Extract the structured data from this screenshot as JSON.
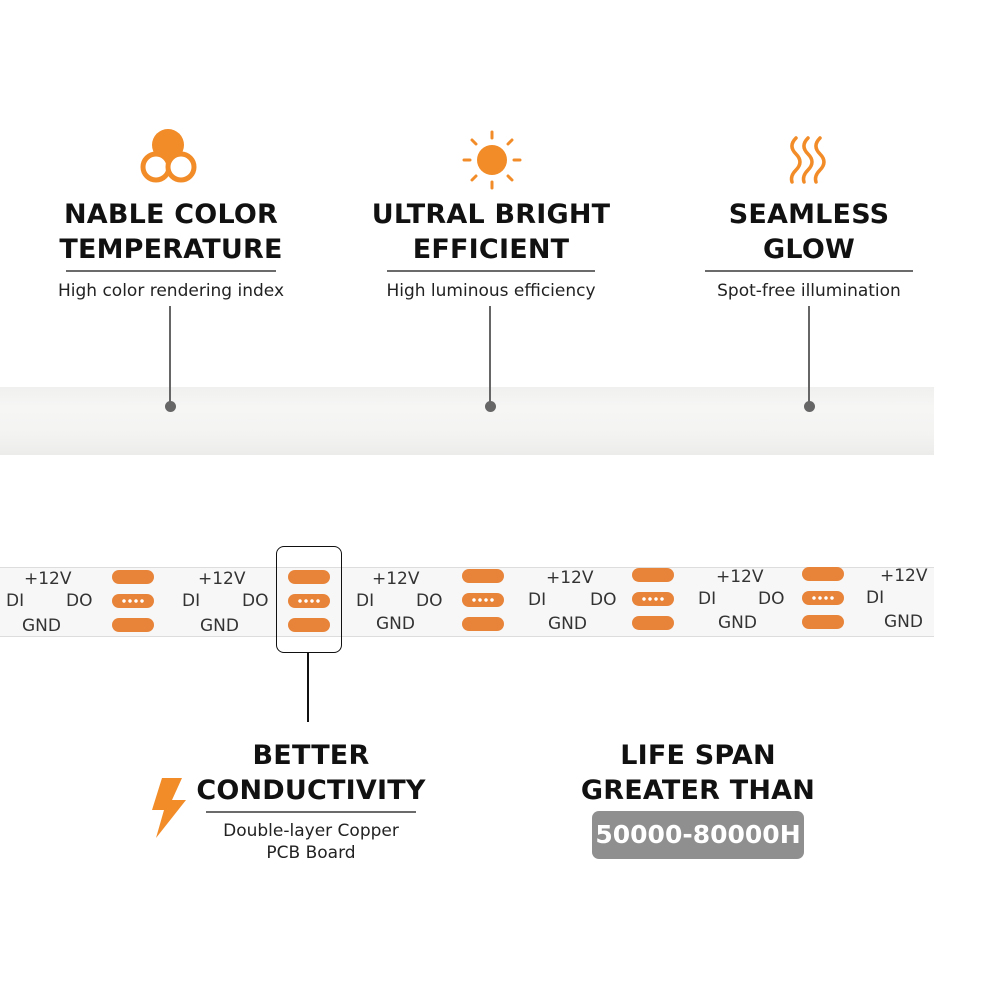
{
  "features": [
    {
      "title_line1": "NABLE COLOR",
      "title_line2": "TEMPERATURE",
      "subtitle": "High color rendering index",
      "icon": "color-circles-icon"
    },
    {
      "title_line1": "ULTRAL BRIGHT",
      "title_line2": "EFFICIENT",
      "subtitle": "High luminous efficiency",
      "icon": "sun-icon"
    },
    {
      "title_line1": "SEAMLESS",
      "title_line2": "GLOW",
      "subtitle": "Spot-free illumination",
      "icon": "glow-waves-icon"
    }
  ],
  "pcb_labels": {
    "v": "+12V",
    "di": "DI",
    "do": "DO",
    "gnd": "GND"
  },
  "conductivity": {
    "title_line1": "BETTER",
    "title_line2": "CONDUCTIVITY",
    "sub_line1": "Double-layer Copper",
    "sub_line2": "PCB Board",
    "icon": "lightning-icon"
  },
  "lifespan": {
    "line1": "LIFE SPAN",
    "line2": "GREATER THAN",
    "badge": "50000-80000H"
  },
  "colors": {
    "accent": "#F28C28",
    "pad": "#E8843A",
    "badge": "#8F8F8F",
    "line": "#666666"
  }
}
